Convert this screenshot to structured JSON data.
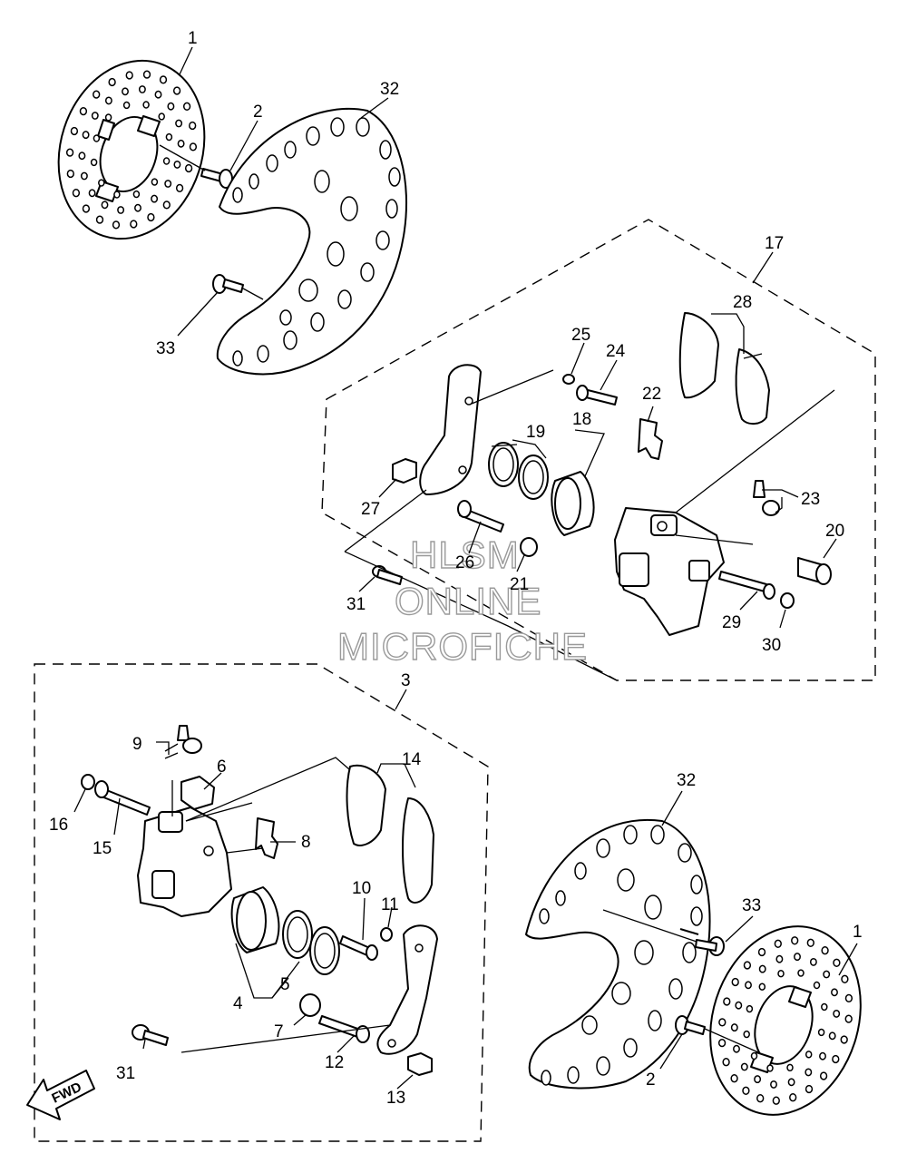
{
  "watermark": {
    "line1": "HLSM",
    "line2": "ONLINE",
    "line3": "MICROFICHE"
  },
  "fwd_label": "FWD",
  "callouts": {
    "c1_top": "1",
    "c2_top": "2",
    "c32_top": "32",
    "c33_top": "33",
    "c17": "17",
    "c28": "28",
    "c25_top": "25",
    "c24": "24",
    "c22": "22",
    "c19": "19",
    "c18": "18",
    "c27": "27",
    "c23": "23",
    "c20": "20",
    "c26": "26",
    "c21": "21",
    "c31_top": "31",
    "c29": "29",
    "c30": "30",
    "c3": "3",
    "c9": "9",
    "c6": "6",
    "c14": "14",
    "c16": "16",
    "c15": "15",
    "c8": "8",
    "c10": "10",
    "c11": "11",
    "c32_bot": "32",
    "c33_bot": "33",
    "c1_bot": "1",
    "c5": "5",
    "c4": "4",
    "c7": "7",
    "c12": "12",
    "c31_bot": "31",
    "c2_bot": "2",
    "c13": "13"
  }
}
